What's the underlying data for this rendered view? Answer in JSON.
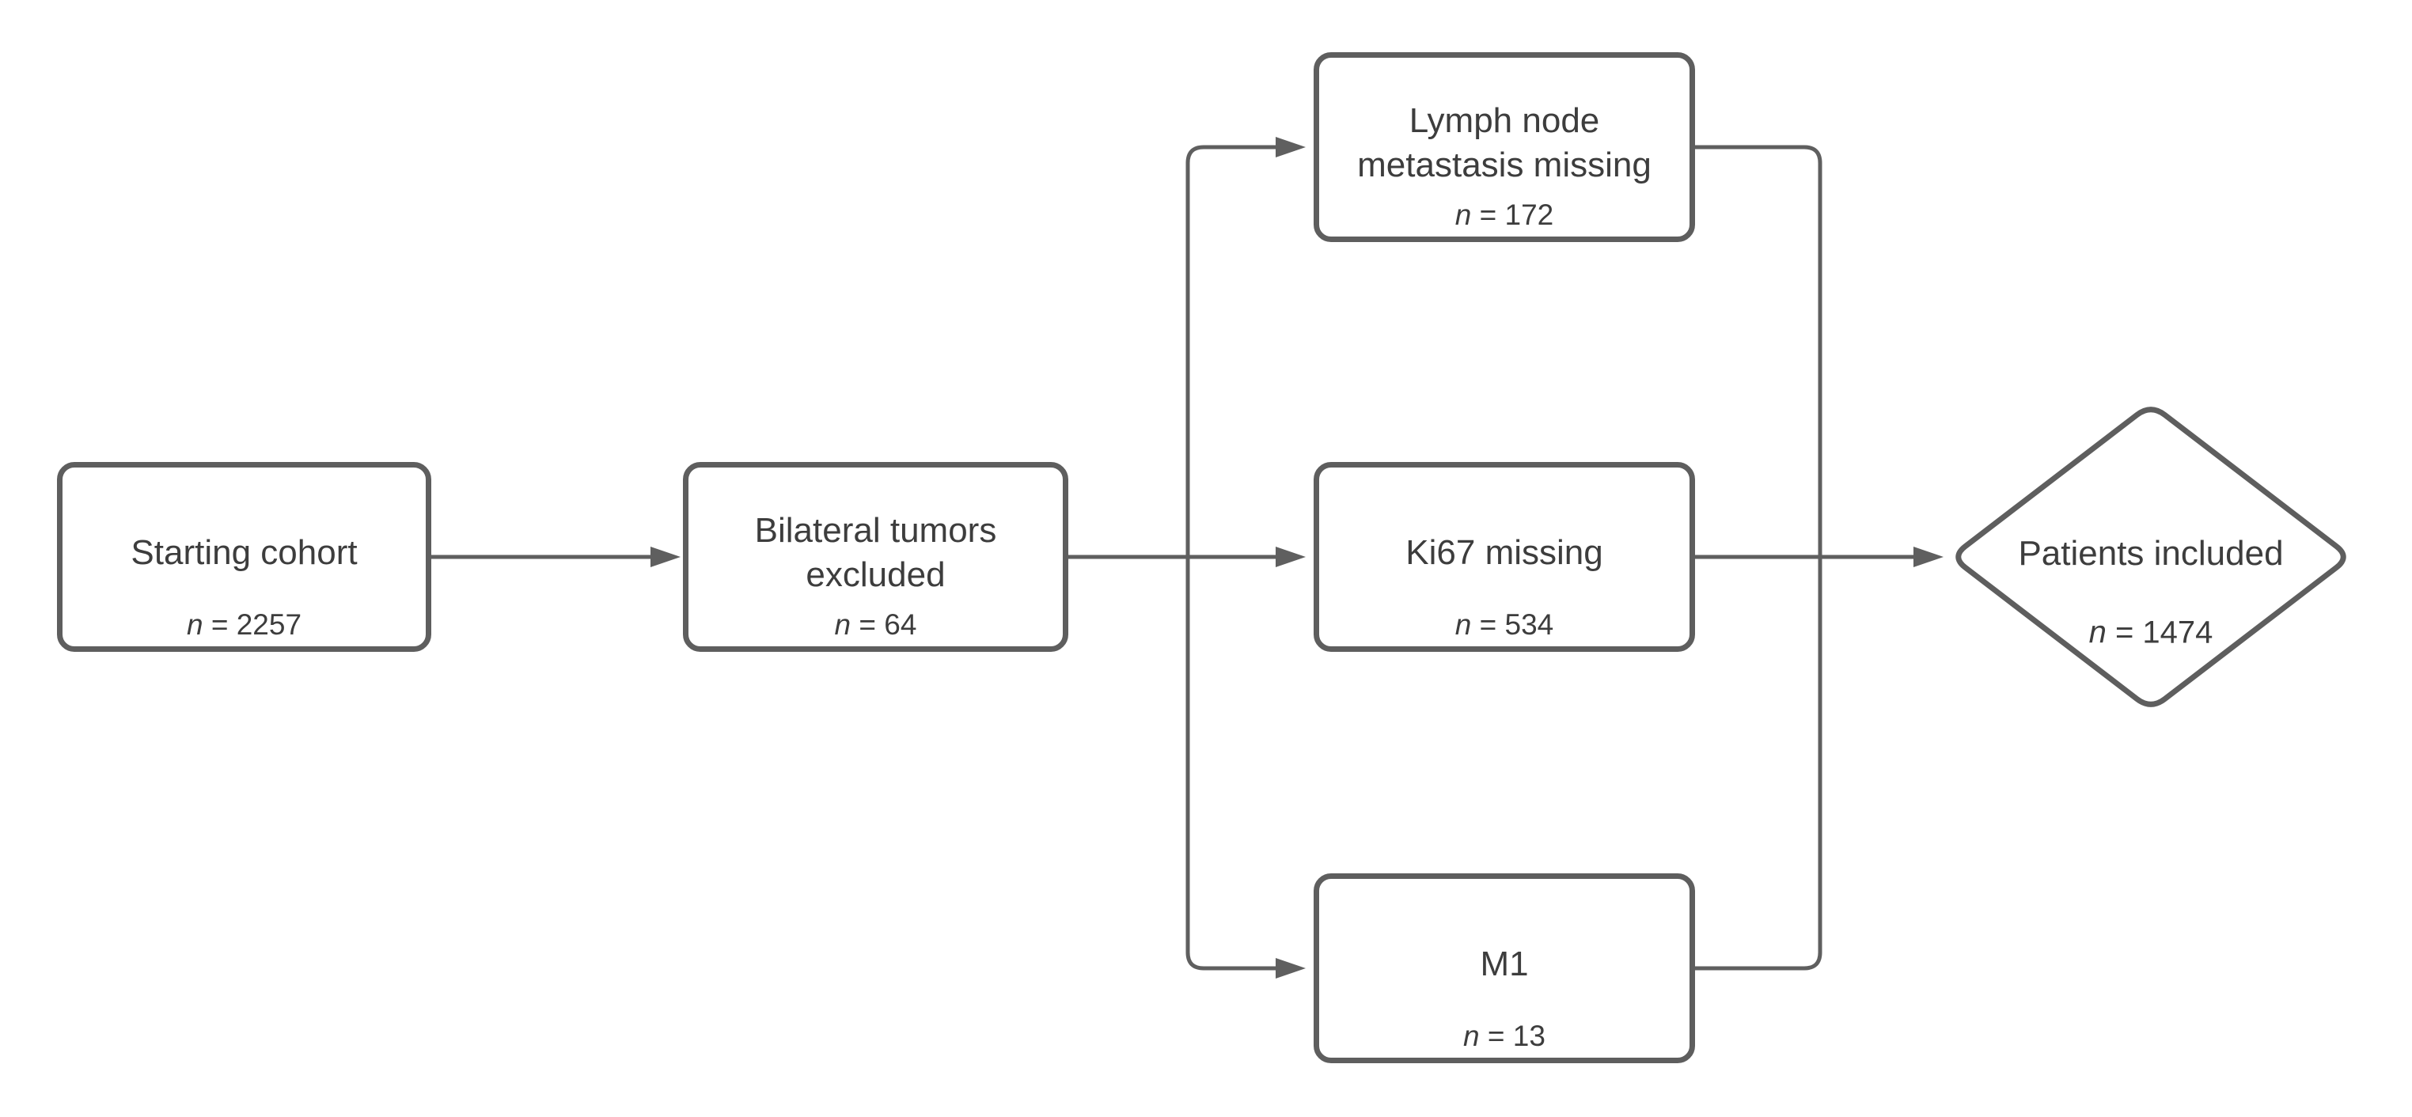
{
  "diagram": {
    "type": "patient-selection-flowchart",
    "colors": {
      "background": "#ffffff",
      "stroke": "#5e5e5e",
      "text": "#3d3d3d"
    },
    "nodes": {
      "starting_cohort": {
        "shape": "rounded-rectangle",
        "label": "Starting cohort",
        "n_prefix": "n",
        "n_value": "= 2257"
      },
      "bilateral": {
        "shape": "rounded-rectangle",
        "label": "Bilateral tumors excluded",
        "n_prefix": "n",
        "n_value": "= 64"
      },
      "lymph": {
        "shape": "rounded-rectangle",
        "label": "Lymph node metastasis missing",
        "n_prefix": "n",
        "n_value": "= 172"
      },
      "ki67": {
        "shape": "rounded-rectangle",
        "label": "Ki67 missing",
        "n_prefix": "n",
        "n_value": "= 534"
      },
      "m1": {
        "shape": "rounded-rectangle",
        "label": "M1",
        "n_prefix": "n",
        "n_value": "= 13"
      },
      "included": {
        "shape": "diamond",
        "label": "Patients included",
        "n_prefix": "n",
        "n_value": "= 1474"
      }
    },
    "edges": [
      {
        "from": "starting_cohort",
        "to": "bilateral",
        "arrow": true
      },
      {
        "from": "bilateral",
        "to": "lymph",
        "arrow": true
      },
      {
        "from": "bilateral",
        "to": "ki67",
        "arrow": true
      },
      {
        "from": "bilateral",
        "to": "m1",
        "arrow": true
      },
      {
        "from": "lymph",
        "to": "included",
        "arrow": false
      },
      {
        "from": "ki67",
        "to": "included",
        "arrow": true
      },
      {
        "from": "m1",
        "to": "included",
        "arrow": false
      }
    ]
  }
}
